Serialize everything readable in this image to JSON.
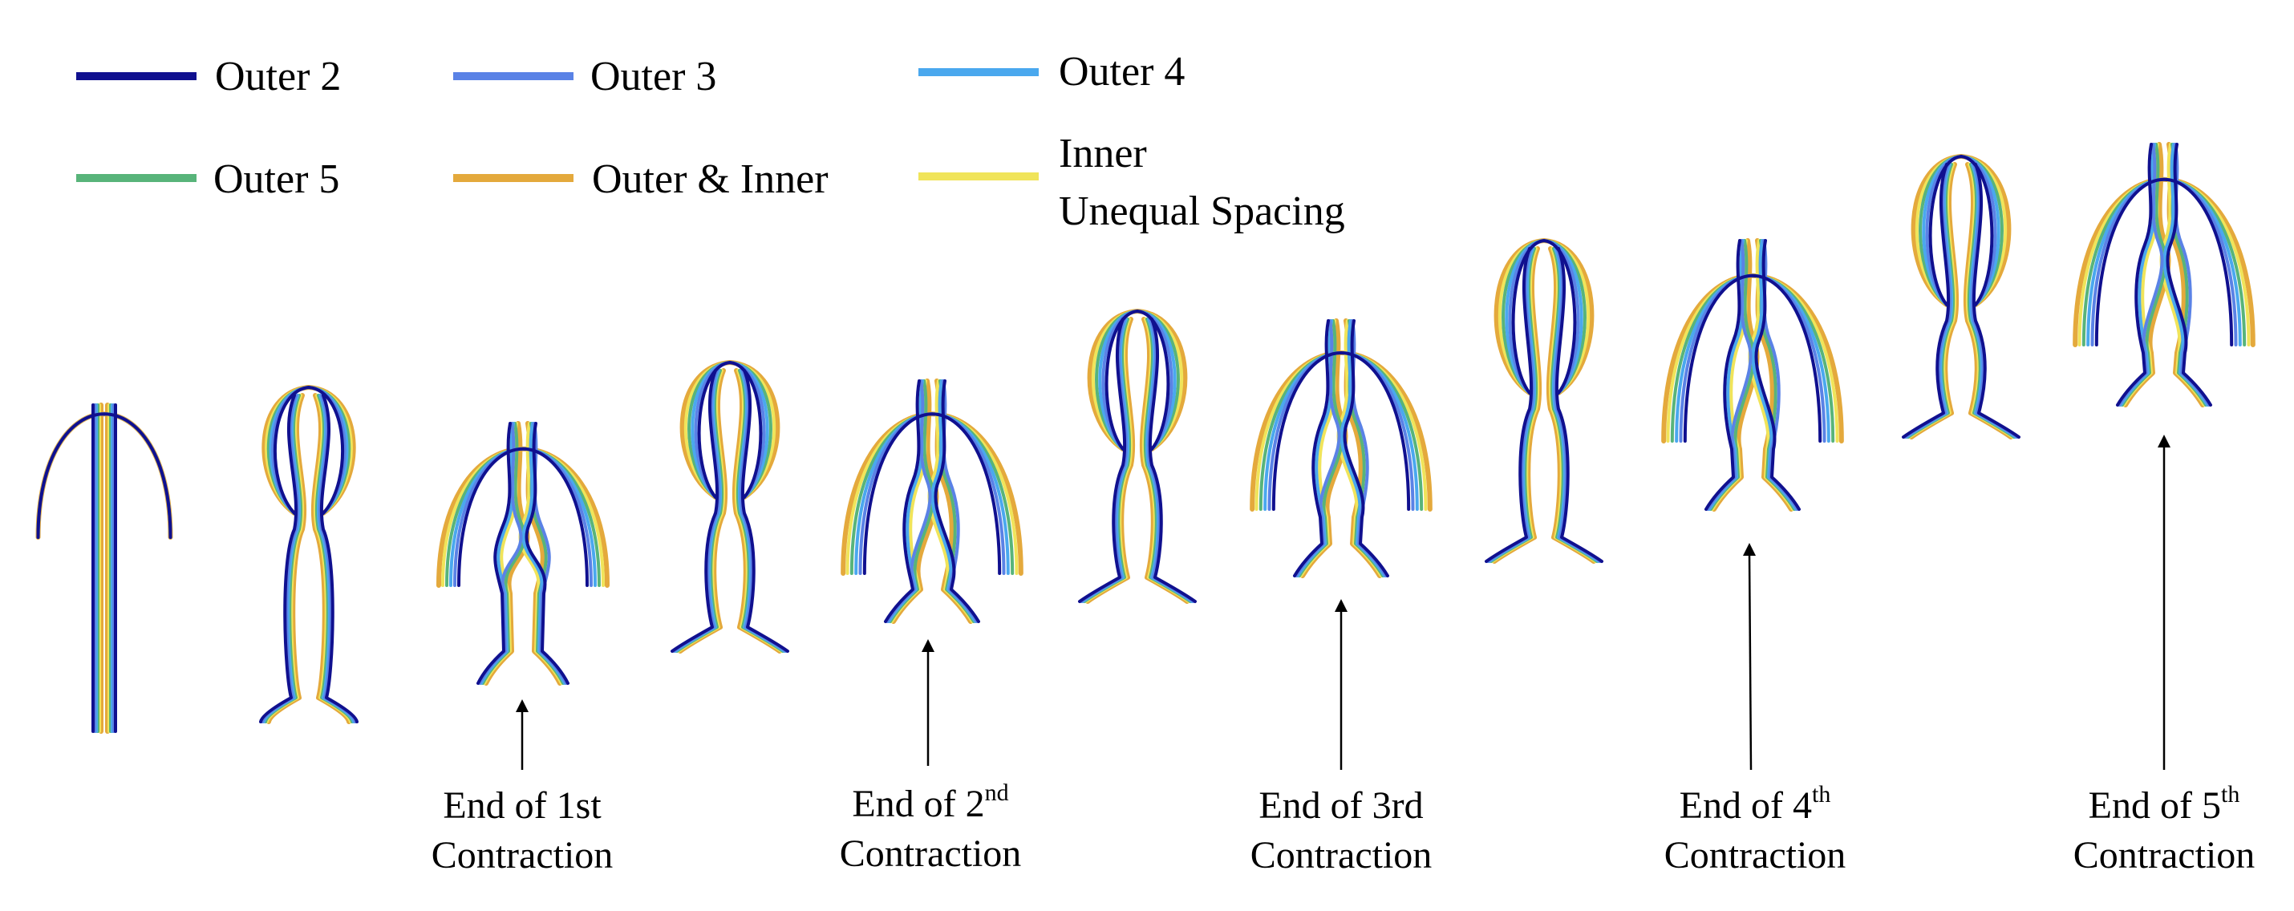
{
  "legend": [
    {
      "label": "Outer 2",
      "color": "#10108f"
    },
    {
      "label": "Outer 3",
      "color": "#5a82e6"
    },
    {
      "label": "Outer 4",
      "color": "#4aa8ee"
    },
    {
      "label": "Outer 5",
      "color": "#58b47a"
    },
    {
      "label": "Outer & Inner",
      "color": "#e4a93c"
    },
    {
      "label": "Inner",
      "label_line2": "Unequal Spacing",
      "color": "#f0e45a"
    }
  ],
  "annotations": [
    {
      "line1": "End of 1st",
      "line2": "Contraction"
    },
    {
      "prefix": "End of 2",
      "sup": "nd",
      "line2": "Contraction"
    },
    {
      "line1": "End of 3rd",
      "line2": "Contraction"
    },
    {
      "prefix": "End of 4",
      "sup": "th",
      "line2": "Contraction"
    },
    {
      "prefix": "End of 5",
      "sup": "th",
      "line2": "Contraction"
    }
  ],
  "snapshots": [
    {
      "stage": "initial",
      "contracted": false
    },
    {
      "stage": "expanded",
      "contracted": false
    },
    {
      "stage": "contraction-1",
      "contracted": true
    },
    {
      "stage": "expanded",
      "contracted": false
    },
    {
      "stage": "contraction-2",
      "contracted": true
    },
    {
      "stage": "expanded",
      "contracted": false
    },
    {
      "stage": "contraction-3",
      "contracted": true
    },
    {
      "stage": "expanded",
      "contracted": false
    },
    {
      "stage": "contraction-4",
      "contracted": true
    },
    {
      "stage": "expanded",
      "contracted": false
    },
    {
      "stage": "contraction-5",
      "contracted": true
    }
  ]
}
